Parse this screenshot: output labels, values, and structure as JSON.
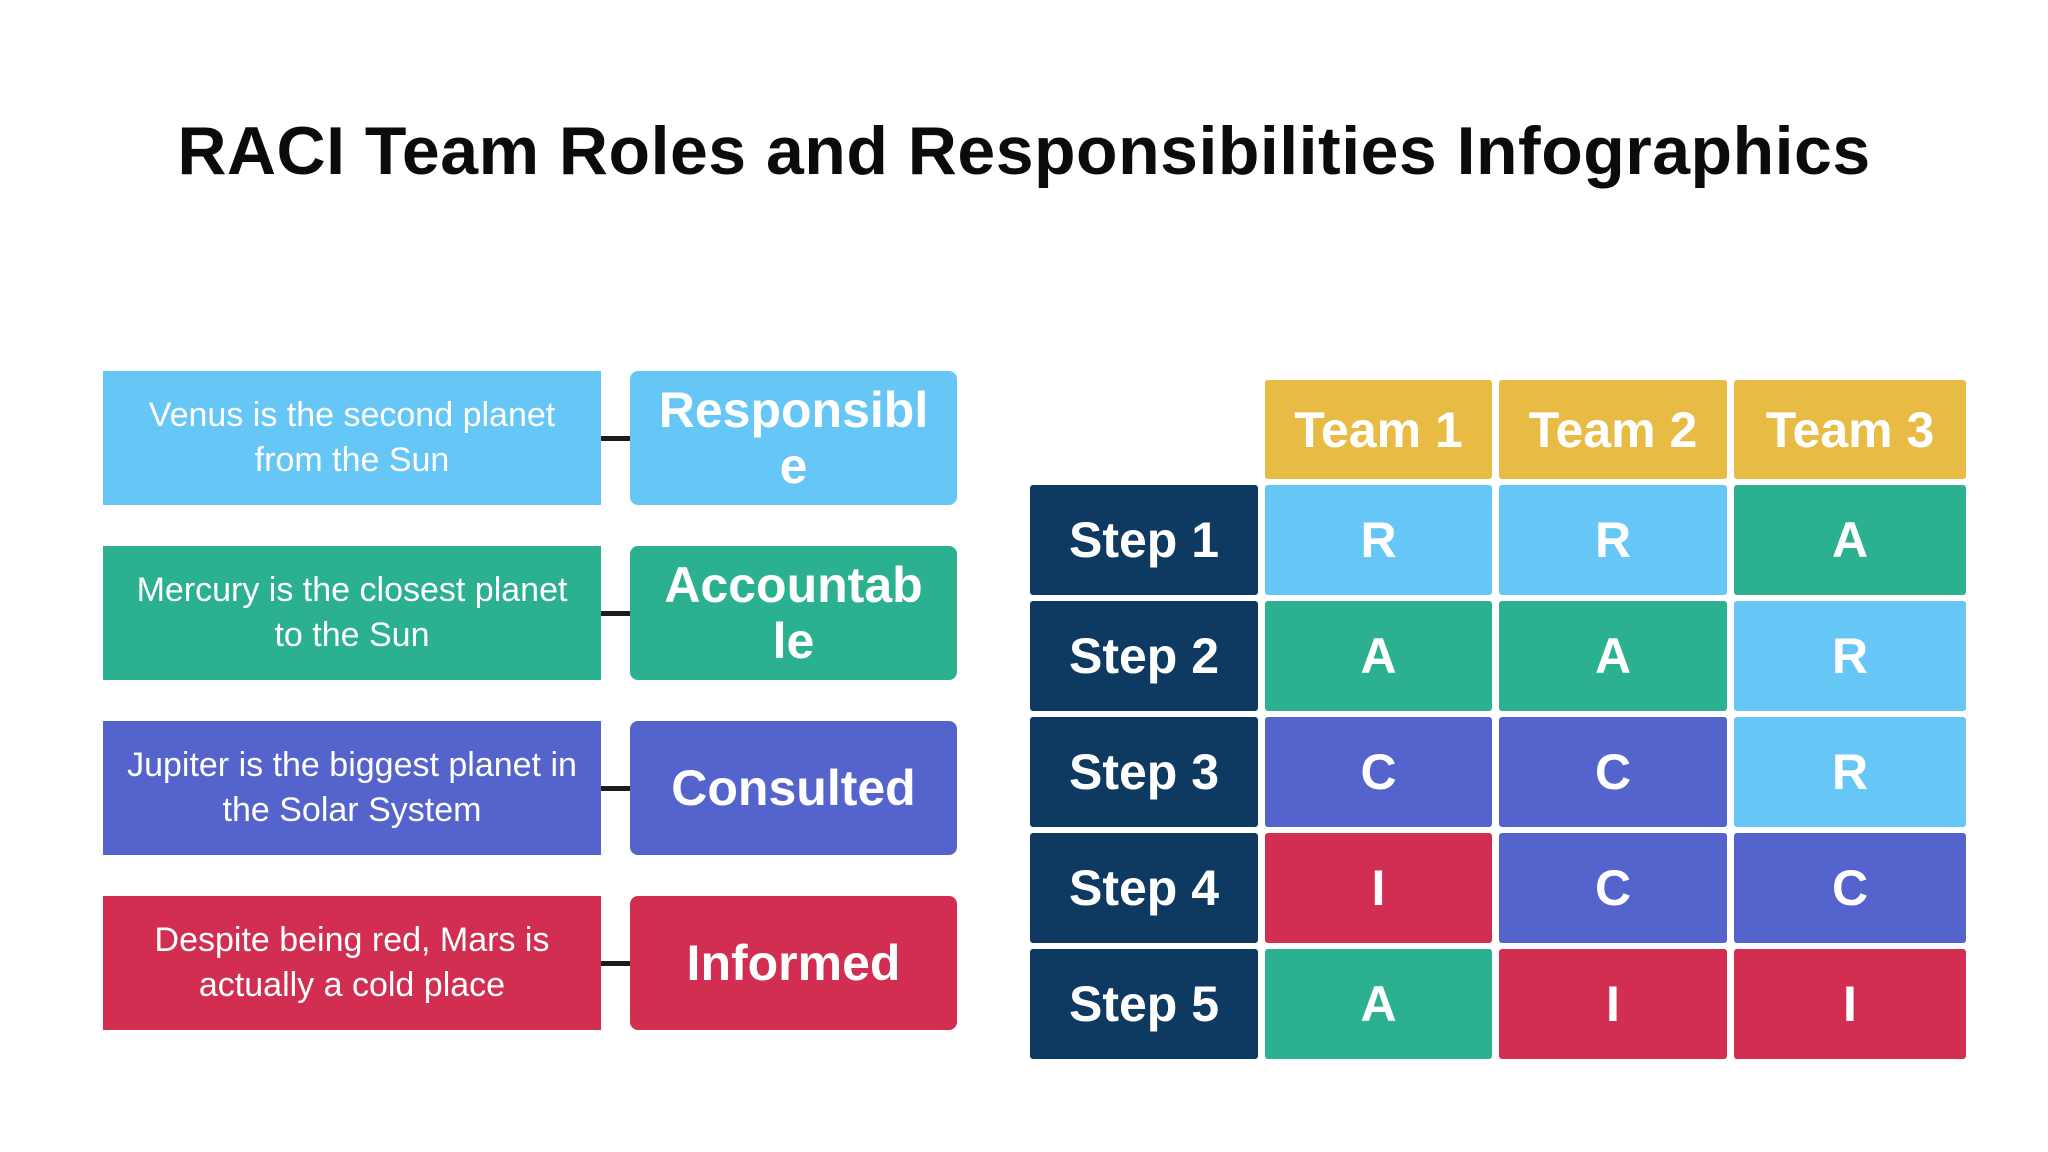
{
  "title": "RACI Team Roles and Responsibilities Infographics",
  "colors": {
    "responsible": "#66C7F7",
    "accountable": "#2BB18F",
    "consulted": "#5563CC",
    "informed": "#D12E52",
    "team_header": "#E8BB45",
    "step_label": "#0E3A61",
    "connector": "#1C1C1C"
  },
  "legend": {
    "items": [
      {
        "description": "Venus is the second planet\nfrom the Sun",
        "role": "Responsible",
        "key": "responsible"
      },
      {
        "description": "Mercury is the closest planet\nto the Sun",
        "role": "Accountable",
        "key": "accountable"
      },
      {
        "description": "Jupiter is the biggest planet in\nthe Solar System",
        "role": "Consulted",
        "key": "consulted"
      },
      {
        "description": "Despite being red, Mars is\nactually a cold place",
        "role": "Informed",
        "key": "informed"
      }
    ]
  },
  "matrix": {
    "header_color_key": "team_header",
    "step_color_key": "step_label",
    "column_headers": [
      "Team 1",
      "Team 2",
      "Team 3"
    ],
    "rows": [
      {
        "label": "Step 1",
        "cells": [
          {
            "value": "R",
            "key": "responsible"
          },
          {
            "value": "R",
            "key": "responsible"
          },
          {
            "value": "A",
            "key": "accountable"
          }
        ]
      },
      {
        "label": "Step 2",
        "cells": [
          {
            "value": "A",
            "key": "accountable"
          },
          {
            "value": "A",
            "key": "accountable"
          },
          {
            "value": "R",
            "key": "responsible"
          }
        ]
      },
      {
        "label": "Step 3",
        "cells": [
          {
            "value": "C",
            "key": "consulted"
          },
          {
            "value": "C",
            "key": "consulted"
          },
          {
            "value": "R",
            "key": "responsible"
          }
        ]
      },
      {
        "label": "Step 4",
        "cells": [
          {
            "value": "I",
            "key": "informed"
          },
          {
            "value": "C",
            "key": "consulted"
          },
          {
            "value": "C",
            "key": "consulted"
          }
        ]
      },
      {
        "label": "Step 5",
        "cells": [
          {
            "value": "A",
            "key": "accountable"
          },
          {
            "value": "I",
            "key": "informed"
          },
          {
            "value": "I",
            "key": "informed"
          }
        ]
      }
    ]
  }
}
